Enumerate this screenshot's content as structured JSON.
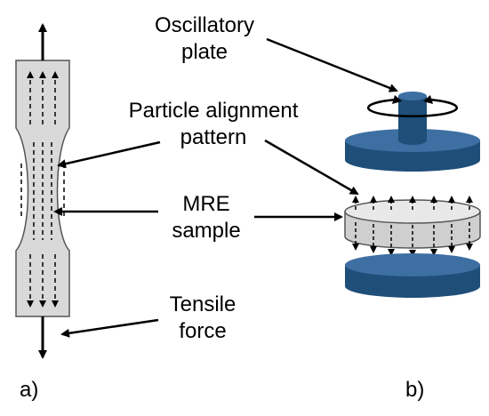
{
  "labels": {
    "oscillatory_line1": "Oscillatory",
    "oscillatory_line2": "plate",
    "particle_line1": "Particle alignment",
    "particle_line2": "pattern",
    "mre_line1": "MRE",
    "mre_line2": "sample",
    "tensile_line1": "Tensile",
    "tensile_line2": "force"
  },
  "panels": {
    "a": "a)",
    "b": "b)"
  },
  "colors": {
    "specimen_fill": "#d9d9d9",
    "plate_top": "#3e6fa3",
    "plate_side": "#1f4e79",
    "sample_fill": "#e2e2e2",
    "arrow": "#000000"
  }
}
